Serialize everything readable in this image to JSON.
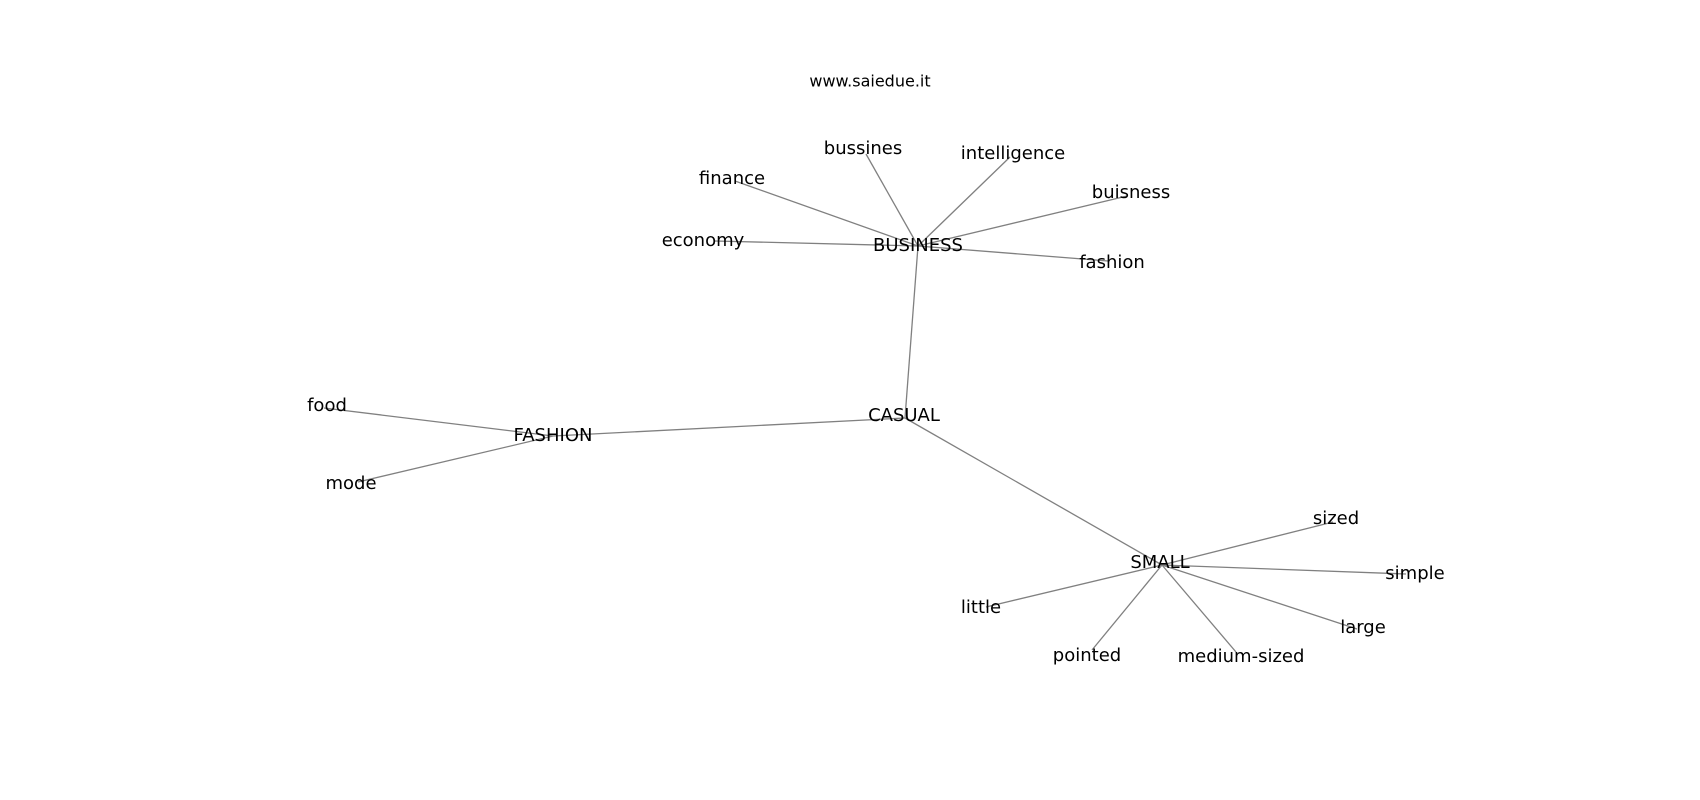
{
  "site": "www.saiedue.it",
  "nodes": [
    {
      "id": "casual",
      "label": "CASUAL"
    },
    {
      "id": "business",
      "label": "BUSINESS"
    },
    {
      "id": "fashion_hub",
      "label": "FASHION"
    },
    {
      "id": "small",
      "label": "SMALL"
    },
    {
      "id": "bussines",
      "label": "bussines"
    },
    {
      "id": "intelligence",
      "label": "intelligence"
    },
    {
      "id": "finance",
      "label": "finance"
    },
    {
      "id": "buisness",
      "label": "buisness"
    },
    {
      "id": "economy",
      "label": "economy"
    },
    {
      "id": "fashion_leaf",
      "label": "fashion"
    },
    {
      "id": "food",
      "label": "food"
    },
    {
      "id": "mode",
      "label": "mode"
    },
    {
      "id": "sized",
      "label": "sized"
    },
    {
      "id": "simple",
      "label": "simple"
    },
    {
      "id": "little",
      "label": "little"
    },
    {
      "id": "large",
      "label": "large"
    },
    {
      "id": "pointed",
      "label": "pointed"
    },
    {
      "id": "medium_sized",
      "label": "medium-sized"
    }
  ],
  "edges": [
    [
      "casual",
      "business"
    ],
    [
      "casual",
      "fashion_hub"
    ],
    [
      "casual",
      "small"
    ],
    [
      "business",
      "bussines"
    ],
    [
      "business",
      "intelligence"
    ],
    [
      "business",
      "finance"
    ],
    [
      "business",
      "buisness"
    ],
    [
      "business",
      "economy"
    ],
    [
      "business",
      "fashion_leaf"
    ],
    [
      "fashion_hub",
      "food"
    ],
    [
      "fashion_hub",
      "mode"
    ],
    [
      "small",
      "sized"
    ],
    [
      "small",
      "simple"
    ],
    [
      "small",
      "little"
    ],
    [
      "small",
      "large"
    ],
    [
      "small",
      "pointed"
    ],
    [
      "small",
      "medium_sized"
    ]
  ]
}
